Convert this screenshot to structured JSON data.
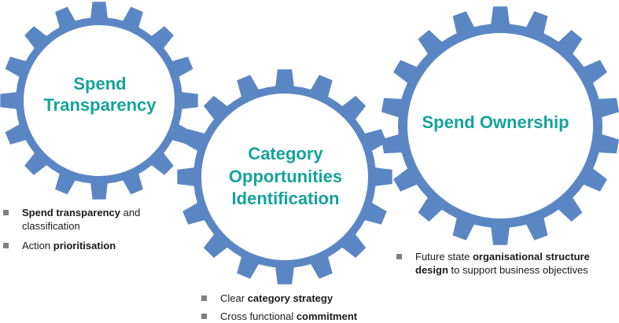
{
  "colors": {
    "gear": "#5b86c4",
    "gear_fill": "#ffffff",
    "label": "#14a39a",
    "bullet_marker": "#7f7f7f",
    "text": "#1a1a1a"
  },
  "gears": [
    {
      "id": "spend-transparency",
      "lines": [
        "Spend",
        "Transparency"
      ]
    },
    {
      "id": "category-opportunities",
      "lines": [
        "Category",
        "Opportunities",
        "Identification"
      ]
    },
    {
      "id": "spend-ownership",
      "lines": [
        "Spend Ownership"
      ]
    }
  ],
  "bullets": {
    "spend_transparency": [
      {
        "bold": "Spend transparency",
        "rest": " and classification"
      },
      {
        "pre": "Action ",
        "bold": "prioritisation"
      }
    ],
    "category_opportunities": [
      {
        "pre": "Clear ",
        "bold": "category strategy"
      },
      {
        "pre": "Cross functional ",
        "bold": "commitment"
      }
    ],
    "spend_ownership": [
      {
        "pre": "Future state ",
        "bold": "organisational structure design",
        "rest": " to support business objectives"
      }
    ]
  }
}
